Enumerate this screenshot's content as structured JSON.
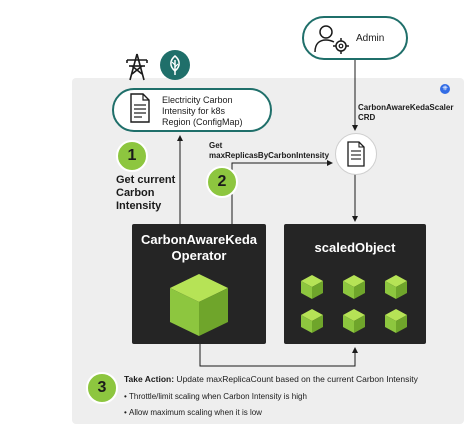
{
  "config_map": {
    "line1": "Electricity Carbon",
    "line2": "Intensity for k8s",
    "line3": "Region (ConfigMap)"
  },
  "admin": {
    "label": "Admin"
  },
  "crd": {
    "line1": "CarbonAwareKedaScaler",
    "line2": "CRD"
  },
  "step1": {
    "number": "1",
    "line1": "Get current",
    "line2": "Carbon",
    "line3": "Intensity"
  },
  "step2": {
    "number": "2",
    "line1": "Get",
    "line2": "maxReplicasByCarbonIntensity"
  },
  "operator": {
    "line1": "CarbonAwareKeda",
    "line2": "Operator"
  },
  "scaled_object": {
    "title": "scaledObject"
  },
  "step3": {
    "number": "3",
    "bold": "Take Action:",
    "text": " Update maxReplicaCount based on the current Carbon Intensity",
    "bullet1": "Throttle/limit scaling when Carbon Intensity is high",
    "bullet2": "Allow maximum scaling when it is low"
  },
  "colors": {
    "accent_green": "#8dc63f",
    "teal": "#1f6f6a",
    "dark_box": "#252525",
    "k8s_blue": "#326ce5"
  }
}
